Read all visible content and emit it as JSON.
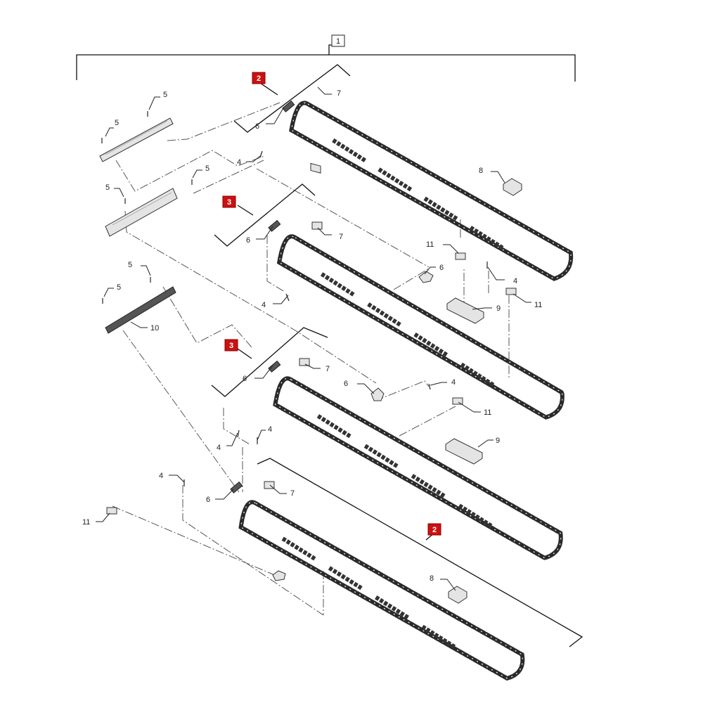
{
  "assembly_box": {
    "label": "1"
  },
  "badges": [
    {
      "id": "badge-top-2",
      "label": "2",
      "color": "#cc1111"
    },
    {
      "id": "badge-upper-3",
      "label": "3",
      "color": "#cc1111"
    },
    {
      "id": "badge-lower-3",
      "label": "3",
      "color": "#cc1111"
    },
    {
      "id": "badge-bottom-2",
      "label": "2",
      "color": "#cc1111"
    }
  ],
  "callouts": [
    {
      "id": "c5a",
      "label": "5"
    },
    {
      "id": "c5b",
      "label": "5"
    },
    {
      "id": "c5c",
      "label": "5"
    },
    {
      "id": "c5d",
      "label": "5"
    },
    {
      "id": "c5e",
      "label": "5"
    },
    {
      "id": "c5f",
      "label": "5"
    },
    {
      "id": "c7a",
      "label": "7"
    },
    {
      "id": "c6a",
      "label": "6"
    },
    {
      "id": "c4a",
      "label": "4"
    },
    {
      "id": "c8a",
      "label": "8"
    },
    {
      "id": "c6b",
      "label": "6"
    },
    {
      "id": "c7b",
      "label": "7"
    },
    {
      "id": "c11a",
      "label": "11"
    },
    {
      "id": "c6c",
      "label": "6"
    },
    {
      "id": "c4b",
      "label": "4"
    },
    {
      "id": "c9a",
      "label": "9"
    },
    {
      "id": "c11b",
      "label": "11"
    },
    {
      "id": "c4c",
      "label": "4"
    },
    {
      "id": "c10",
      "label": "10"
    },
    {
      "id": "c6d",
      "label": "6"
    },
    {
      "id": "c7c",
      "label": "7"
    },
    {
      "id": "c6e",
      "label": "6"
    },
    {
      "id": "c4d",
      "label": "4"
    },
    {
      "id": "c11c",
      "label": "11"
    },
    {
      "id": "c4e",
      "label": "4"
    },
    {
      "id": "c4f",
      "label": "4"
    },
    {
      "id": "c9b",
      "label": "9"
    },
    {
      "id": "c4g",
      "label": "4"
    },
    {
      "id": "c7d",
      "label": "7"
    },
    {
      "id": "c6f",
      "label": "6"
    },
    {
      "id": "c11d",
      "label": "11"
    },
    {
      "id": "c8b",
      "label": "8"
    }
  ],
  "colors": {
    "badge": "#cc1111",
    "line": "#222222",
    "chain": "#333333",
    "phantom": "#555555"
  }
}
